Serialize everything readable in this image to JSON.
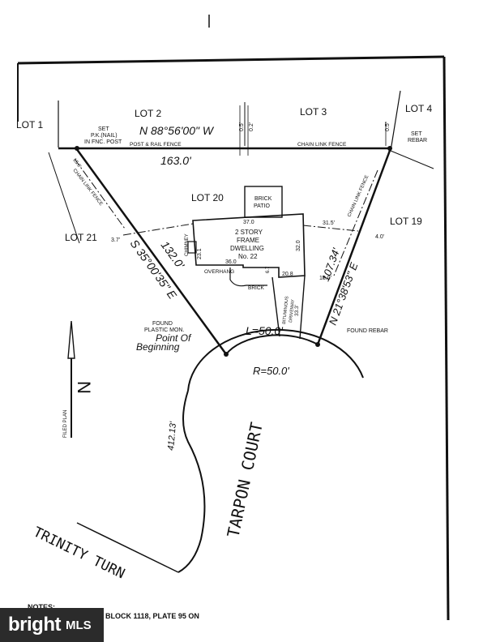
{
  "lots": {
    "lot1": "LOT 1",
    "lot2": "LOT 2",
    "lot3": "LOT 3",
    "lot4": "LOT 4",
    "lot20": "LOT 20",
    "lot21": "LOT 21",
    "lot19": "LOT 19"
  },
  "north_line": {
    "bearing": "N 88°56'00\" W",
    "distance": "163.0'",
    "offset_left": "0.5'",
    "offset_right": "0.2'",
    "offset_far_right": "0.5'"
  },
  "corners": {
    "set_pk": [
      "SET",
      "P.K.(NAIL)",
      "IN FNC. POST"
    ],
    "set_rebar": [
      "SET",
      "REBAR"
    ],
    "found_plastic": [
      "FOUND",
      "PLASTIC MON."
    ],
    "found_rebar": "FOUND REBAR"
  },
  "fences": {
    "post_rail": "POST & RAIL FENCE",
    "chain_link_top": "CHAIN LINK FENCE",
    "chain_link_left": "CHAIN LINK FENCE",
    "chain_link_right": "CHAIN LINK FENCE"
  },
  "west_line": {
    "bearing": "S 35°00'35\" E",
    "distance": "132.0'"
  },
  "east_line": {
    "bearing": "N 21°38'53\" E",
    "distance": "107.34'"
  },
  "curve": {
    "length": "L=50.0'",
    "radius": "R=50.0'"
  },
  "pob": [
    "Point Of",
    "Beginning"
  ],
  "house": {
    "label": [
      "2 STORY",
      "FRAME",
      "DWELLING",
      "No. 22"
    ],
    "dim_top": "37.0",
    "dim_right": "32.0",
    "dim_bottom": "36.0",
    "dim_bottom_right": "20.8",
    "dim_left": "23.1",
    "dim_step": "6.7",
    "chimney": "CHIMNEY",
    "overhang": "OVERHANG",
    "brick": "BRICK",
    "patio": [
      "BRICK",
      "PATIO"
    ]
  },
  "offsets": {
    "left": "3.7'",
    "left_top": "15.0'",
    "right_top": "31.5'",
    "right": "4.0'",
    "drive_side": "18.0'",
    "drive_len": "33.3'"
  },
  "driveway": [
    "BITUMINOUS",
    "DRIVEWAY"
  ],
  "streets": {
    "tarpon": "TARPON COURT",
    "trinity": "TRINITY TURN",
    "arc": "412.13'"
  },
  "north_arrow": {
    "letter": "N",
    "caption": "FILED PLAN"
  },
  "notes": {
    "label": "NOTES:",
    "text": "BLOCK 1118, PLATE 95 ON"
  },
  "watermark": {
    "brand": "bright",
    "suffix": "MLS"
  },
  "colors": {
    "ink": "#111111",
    "paper": "#ffffff",
    "watermark_bg": "#2b2b2b"
  }
}
